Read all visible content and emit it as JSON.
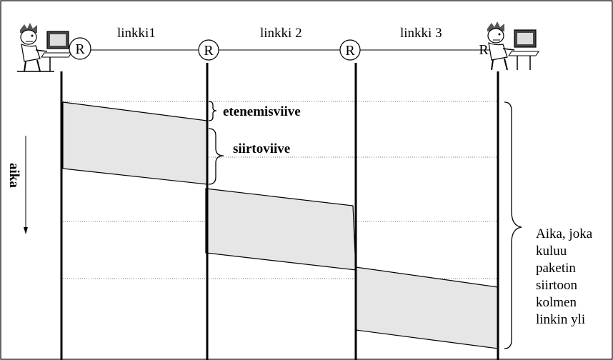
{
  "links": [
    "linkki1",
    "linkki 2",
    "linkki 3"
  ],
  "router_label": "R",
  "labels": {
    "propagation_delay": "etenemisviive",
    "transmission_delay": "siirtoviive",
    "time_axis": "aika"
  },
  "total_time_note": [
    "Aika, joka",
    "kuluu",
    "paketin",
    "siirtoon",
    "kolmen",
    "linkin yli"
  ],
  "colors": {
    "packet_fill": "#e6e6e6",
    "line": "#000000",
    "guide": "#777777",
    "person_hair": "#555555",
    "monitor": "#444444"
  }
}
